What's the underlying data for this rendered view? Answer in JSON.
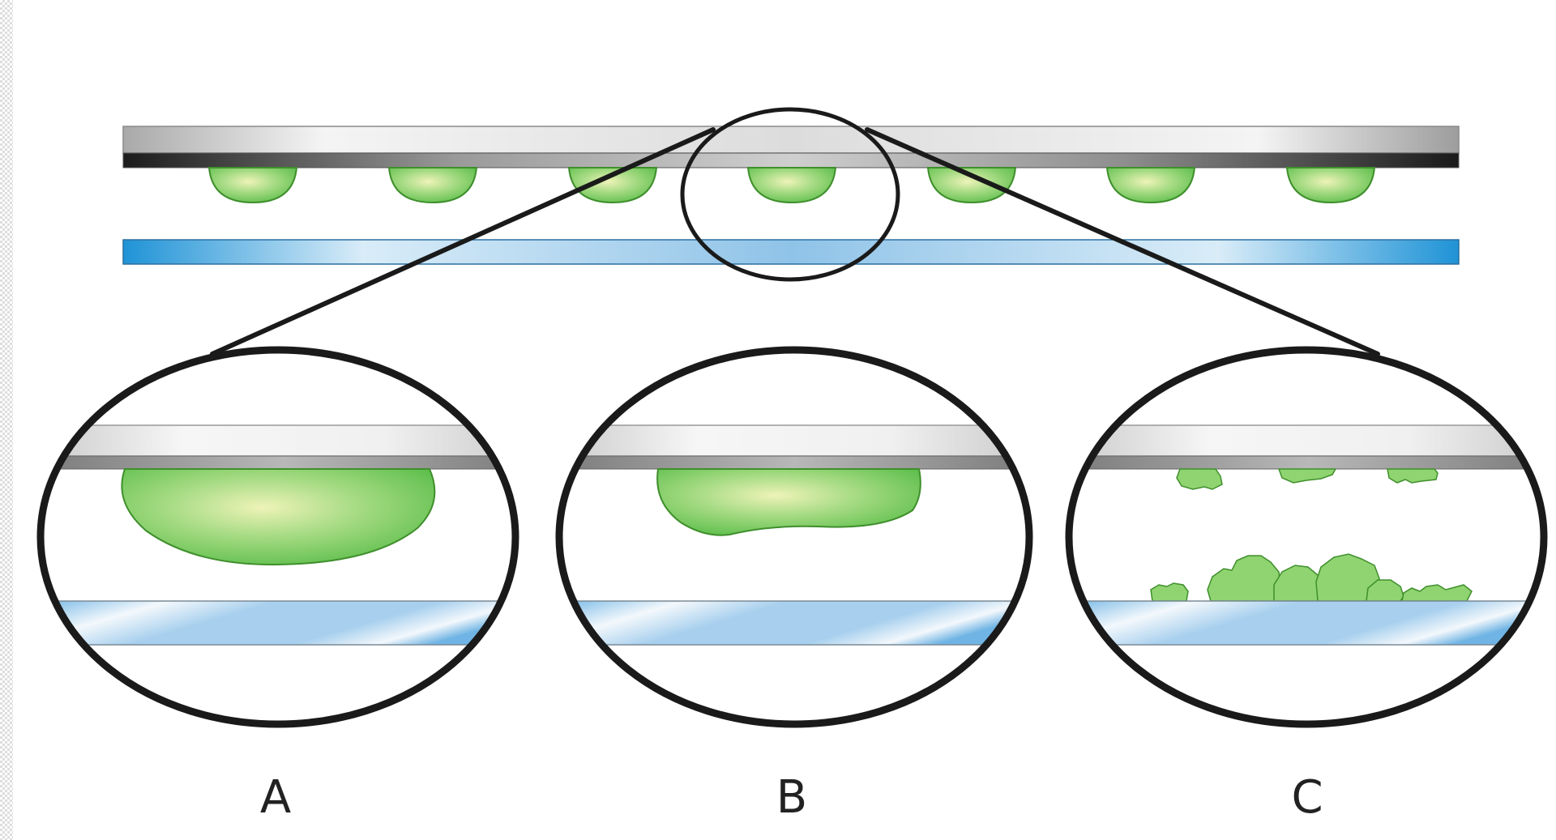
{
  "labels": {
    "a": "A",
    "b": "B",
    "c": "C"
  },
  "colors": {
    "cell_green": "#7ccf63",
    "cell_highlight": "#eef3b8",
    "cell_stroke": "#3f8f2c",
    "blue_substrate": "#2a97d8",
    "outline": "#1a1a1a"
  }
}
